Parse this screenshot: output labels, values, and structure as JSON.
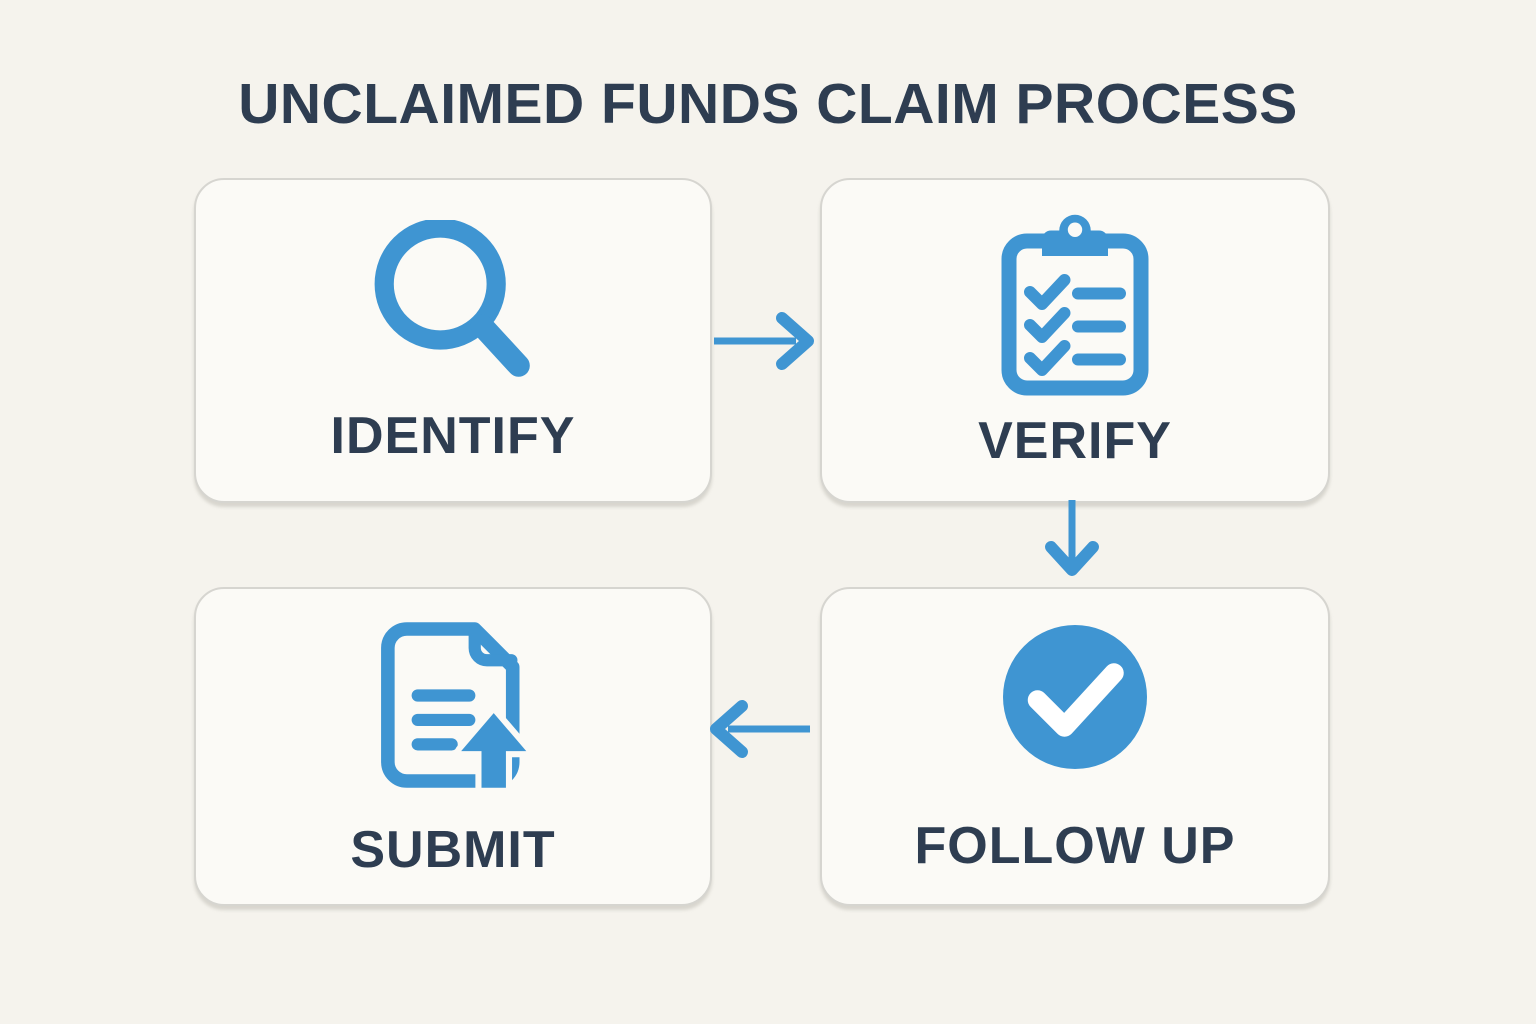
{
  "header": {
    "title": "UNCLAIMED FUNDS CLAIM PROCESS"
  },
  "colors": {
    "accent_blue": "#3f95d2",
    "heading_navy": "#2e3d51",
    "page_bg": "#f5f3ed",
    "card_bg": "#fbfaf6",
    "card_border": "#d6d5d0"
  },
  "steps": [
    {
      "label": "IDENTIFY",
      "icon": "magnifier-search-icon"
    },
    {
      "label": "VERIFY",
      "icon": "clipboard-checklist-icon"
    },
    {
      "label": "FOLLOW UP",
      "icon": "circle-check-icon"
    },
    {
      "label": "SUBMIT",
      "icon": "document-upload-icon"
    }
  ],
  "flow": {
    "connections": [
      {
        "from": "IDENTIFY",
        "to": "VERIFY",
        "direction": "right"
      },
      {
        "from": "VERIFY",
        "to": "FOLLOW UP",
        "direction": "down"
      },
      {
        "from": "FOLLOW UP",
        "to": "SUBMIT",
        "direction": "left"
      }
    ]
  }
}
